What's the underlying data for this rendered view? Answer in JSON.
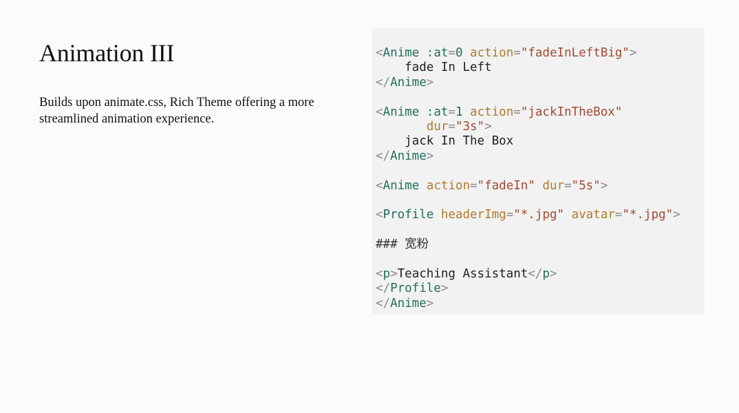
{
  "slide": {
    "title": "Animation III",
    "description": "Builds upon animate.css, Rich Theme offering a more streamlined animation experience."
  },
  "code": {
    "lines": [
      [
        {
          "t": "<",
          "c": "punct"
        },
        {
          "t": "Anime",
          "c": "tag"
        },
        {
          "t": " ",
          "c": "text"
        },
        {
          "t": ":at",
          "c": "tag"
        },
        {
          "t": "=",
          "c": "punct"
        },
        {
          "t": "0",
          "c": "tag"
        },
        {
          "t": " ",
          "c": "text"
        },
        {
          "t": "action",
          "c": "attr"
        },
        {
          "t": "=",
          "c": "punct"
        },
        {
          "t": "\"fadeInLeftBig\"",
          "c": "val"
        },
        {
          "t": ">",
          "c": "punct"
        }
      ],
      [
        {
          "t": "    fade In Left",
          "c": "text"
        }
      ],
      [
        {
          "t": "</",
          "c": "punct"
        },
        {
          "t": "Anime",
          "c": "tag"
        },
        {
          "t": ">",
          "c": "punct"
        }
      ],
      [],
      [
        {
          "t": "<",
          "c": "punct"
        },
        {
          "t": "Anime",
          "c": "tag"
        },
        {
          "t": " ",
          "c": "text"
        },
        {
          "t": ":at",
          "c": "tag"
        },
        {
          "t": "=",
          "c": "punct"
        },
        {
          "t": "1",
          "c": "tag"
        },
        {
          "t": " ",
          "c": "text"
        },
        {
          "t": "action",
          "c": "attr"
        },
        {
          "t": "=",
          "c": "punct"
        },
        {
          "t": "\"jackInTheBox\"",
          "c": "val"
        }
      ],
      [
        {
          "t": "       ",
          "c": "text"
        },
        {
          "t": "dur",
          "c": "attr"
        },
        {
          "t": "=",
          "c": "punct"
        },
        {
          "t": "\"3s\"",
          "c": "val"
        },
        {
          "t": ">",
          "c": "punct"
        }
      ],
      [
        {
          "t": "    jack In The Box",
          "c": "text"
        }
      ],
      [
        {
          "t": "</",
          "c": "punct"
        },
        {
          "t": "Anime",
          "c": "tag"
        },
        {
          "t": ">",
          "c": "punct"
        }
      ],
      [],
      [
        {
          "t": "<",
          "c": "punct"
        },
        {
          "t": "Anime",
          "c": "tag"
        },
        {
          "t": " ",
          "c": "text"
        },
        {
          "t": "action",
          "c": "attr"
        },
        {
          "t": "=",
          "c": "punct"
        },
        {
          "t": "\"fadeIn\"",
          "c": "val"
        },
        {
          "t": " ",
          "c": "text"
        },
        {
          "t": "dur",
          "c": "attr"
        },
        {
          "t": "=",
          "c": "punct"
        },
        {
          "t": "\"5s\"",
          "c": "val"
        },
        {
          "t": ">",
          "c": "punct"
        }
      ],
      [],
      [
        {
          "t": "<",
          "c": "punct"
        },
        {
          "t": "Profile",
          "c": "tag"
        },
        {
          "t": " ",
          "c": "text"
        },
        {
          "t": "headerImg",
          "c": "attr"
        },
        {
          "t": "=",
          "c": "punct"
        },
        {
          "t": "\"*.jpg\"",
          "c": "val"
        },
        {
          "t": " ",
          "c": "text"
        },
        {
          "t": "avatar",
          "c": "attr"
        },
        {
          "t": "=",
          "c": "punct"
        },
        {
          "t": "\"*.jpg\"",
          "c": "val"
        },
        {
          "t": ">",
          "c": "punct"
        }
      ],
      [],
      [
        {
          "t": "### 宽粉",
          "c": "comment"
        }
      ],
      [],
      [
        {
          "t": "<",
          "c": "punct"
        },
        {
          "t": "p",
          "c": "tag"
        },
        {
          "t": ">",
          "c": "punct"
        },
        {
          "t": "Teaching Assistant",
          "c": "text"
        },
        {
          "t": "</",
          "c": "punct"
        },
        {
          "t": "p",
          "c": "tag"
        },
        {
          "t": ">",
          "c": "punct"
        }
      ],
      [
        {
          "t": "</",
          "c": "punct"
        },
        {
          "t": "Profile",
          "c": "tag"
        },
        {
          "t": ">",
          "c": "punct"
        }
      ],
      [
        {
          "t": "</",
          "c": "punct"
        },
        {
          "t": "Anime",
          "c": "tag"
        },
        {
          "t": ">",
          "c": "punct"
        }
      ]
    ]
  }
}
